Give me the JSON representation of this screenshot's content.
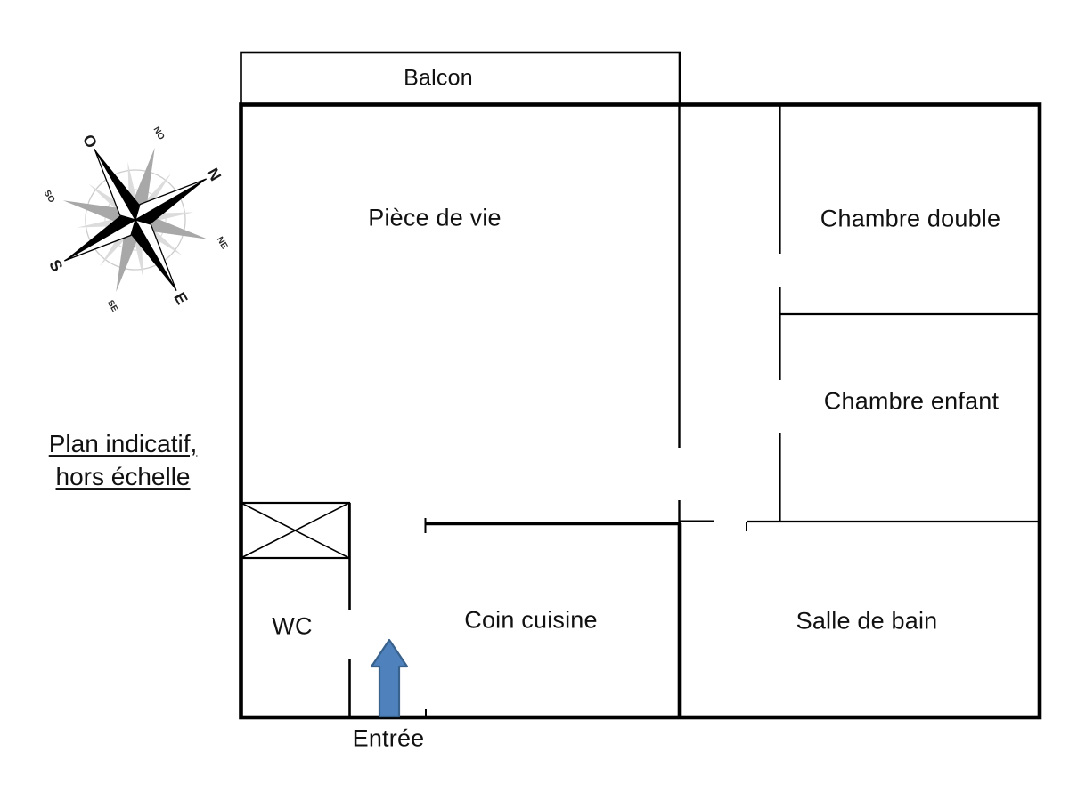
{
  "note": {
    "line1": "Plan indicatif,",
    "line2": "hors échelle"
  },
  "rooms": {
    "balcon": "Balcon",
    "piece_de_vie": "Pièce de vie",
    "chambre_double": "Chambre double",
    "chambre_enfant": "Chambre enfant",
    "wc": "WC",
    "coin_cuisine": "Coin cuisine",
    "salle_de_bain": "Salle de bain"
  },
  "entrance": {
    "label": "Entrée"
  },
  "compass": {
    "rotation_deg": 60,
    "cardinals": {
      "n": "N",
      "e": "E",
      "s": "S",
      "o": "O"
    },
    "intercardinals": {
      "no": "NO",
      "ne": "NE",
      "se": "SE",
      "so": "SO"
    }
  },
  "colors": {
    "wall": "#000000",
    "arrow_fill": "#4f81bd",
    "arrow_stroke": "#38618c",
    "compass_gray": "#a8a8a8",
    "compass_light_gray": "#dcdcdc"
  }
}
